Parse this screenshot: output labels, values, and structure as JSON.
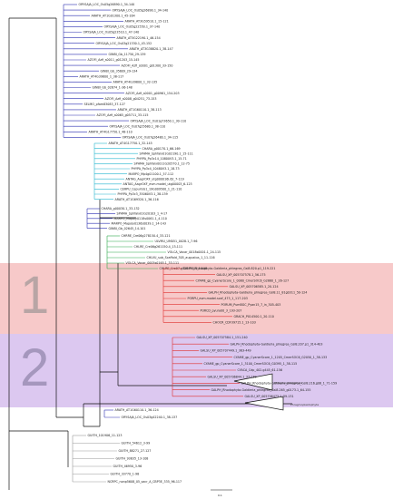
{
  "clade_labels": {
    "region1": "1",
    "region2": "2"
  },
  "collapsed": {
    "a": "Phragmoplastophyta",
    "b": "Phragmoplastophyta"
  },
  "scale": "0.1",
  "colors": {
    "band1": "#f7c9c9",
    "band2": "#dcc8f0",
    "blue": "#2b2fb0",
    "cyan": "#25b6cf",
    "green": "#2aa84a",
    "red": "#e0302e",
    "black": "#111111",
    "gray": "#9a9a9a"
  },
  "taxa": {
    "blue": [
      "ORYSAJA_LOC_Os05g26890.1_34-140",
      "ORYSAJA_LOC_Os05g26890.1_34-140",
      "ARATH_AT1G01300.1_45-164",
      "ARATH_AT3G59510.1_15-121",
      "ORYSAJA_LOC_Os05g22550.1_37-140",
      "ORYSAJA_LOC_Os05g23510.1_47-140",
      "ARATH_AT5G22190.1_46-154",
      "ORYSAJA_LOC_Os03g21330.1_43-152",
      "ARATH_AT3G38820.1_38-147",
      "GINBI_Gb_11750_29-139",
      "AZOFI_Azfi_s0011_g01203_15-145",
      "AZOFI_Azfi_s0001_g01300_33-150",
      "GINBI_Gb_35609_29-134",
      "ARATH_AT4G39800_1_38-117",
      "ARATH_AT4G39800_1_32-135",
      "GINBI_Gb_02674_1-36-148",
      "AZOFI_Azfi_s0001_g00961_154-203",
      "AZOFI_Azfi_s0008_g04251_73-153",
      "SELMO_pfam83083_37-127",
      "ARATH_AT1G60110.1_38-113",
      "AZOFI_Azfi_s0065_g05711_33-115",
      "ORYSAJA_LOC_Os01g73650.1_30-110",
      "ORYSAJA_LOC_Os07g25680.1_38-110",
      "ARATH_AT4G17750.1_48-110",
      "ORYSAJA_LOC_Os07g26480.1_34-115"
    ],
    "cyan": [
      "ARATH_AT4G17750.1_32-145",
      "CHARA_g00170.1_66-169",
      "SPHMA_Sphfalx01G02190.1_15-111",
      "PHYPA_Pp3c14_10800V3.1_15-71",
      "SPHMA_Sphfalx0011G20570.1_12-75",
      "PHYPA_Pp3c4_10480V3.1_18-73",
      "MARPO_Mp4g01100.1_57-112",
      "ANTAG_AagrOXF_utg000016l.62_7-119",
      "ANTAG_AagrOXF_evm.model_utg00003_6-123",
      "CERPU_CepurGG1_19G009500_1_21-110",
      "PHYPA_Pp3c3_35060V3.1_38-139",
      "ARATH_AT1G69320.1_36-116"
    ],
    "cyan2": [
      "CHARA_g00030.1_33-132",
      "SPHMA_Sphfalx01G20103_1_4-17",
      "MARPO_Mapoly0118s0061.1_4-110",
      "MARPO_Mapoly0136s0039.1_14-143",
      "GINBI_Gb_02645_14-101"
    ],
    "green": [
      "CHRRE_Cre06g278150.4_33-121",
      "ULVMU_UM051_0028.1_7-96",
      "CHLRE_Cre06g261150.4_13-111",
      "VOLCA_Vocar_0018s0001.1_24-115",
      "CHLVU_sub_Scaffold_305_augustus_1_11-116",
      "VOLCA_Vocar_0005s0165.1_33-111",
      "CHLRE_Cre07.g326950.4_7-108"
    ],
    "red1": [
      "GALPH_Rhodophyta-Galdieria_phlegrea_Gsl8.820.p1_119-221",
      "GALSU_XP_005707578.1_56-175",
      "CYAME_gp_CyanerScore_1_0080_CmerSOC6_G2860_1_26-127",
      "GALSU_XP_005706585.1_20-124",
      "GALPH_Rhodophyta-Galdieria_phlegrea_Gsl8.11_81g0311_50-124",
      "PORPU_evm.model.scaf_473_1_117-203",
      "PORUM_PumBGC_Pyan15_7_in_305-403",
      "PURCD_pyura00_3_193-207",
      "GRACH_P014500.1_20-110",
      "CHOCR_CDF39715.1_13-103"
    ],
    "red2": [
      "GALSU_XP_005707584.1_151-240",
      "GALPH_Rhodophyta-Galdieria_phlegrea_Gsl8.207.p1_314-403",
      "GALSU_XP_005707449.1_383-449",
      "CYAME_gp_CyanerScore_1_1205_CmerSOC6_G2050_1_38-133",
      "CYAME_gp_CyanerScore_1_3100_CmerSOC6_G0395_1_38-115",
      "CYACA_Cdp_402.g445_61-156",
      "GALSU_XP_005706844.1_37-139",
      "GALPH_Rhodophyta-Galdieria_phlegrea_Gsl8.216.g08_1_71-159",
      "GALPH_Rhodophyta-Galdieria_phlegrea_Gsl8.265_g0173.1_64-155",
      "GALSU_XP_005706473.1_39-131"
    ],
    "after": [
      "ARATH_AT1G60110.1_36-124",
      "ORYSAJA_LOC_Os03g42240.1_38-137"
    ],
    "outgroup": [
      "GUITH_101906_11-123",
      "GUITH_54612_3-99",
      "GUITH_88271_27-127",
      "GUITH_93835_13-108",
      "GUITH_46950_3-96",
      "GUITH_33770_1-98",
      "NCRPC_nonp5608_05_sacr_A_CBP3E_335_96-117"
    ]
  }
}
